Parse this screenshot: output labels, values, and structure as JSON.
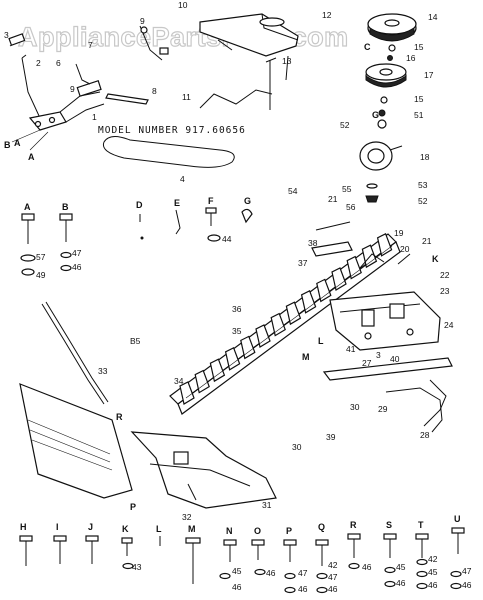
{
  "watermark": "AppliancePartsPros.com",
  "model_number": "MODEL NUMBER 917.60656",
  "top_label": "10",
  "section_label": "B5",
  "part_numbers": {
    "p1": "1",
    "p2": "2",
    "p3": "3",
    "p4": "4",
    "p6": "6",
    "p7": "7",
    "p8": "8",
    "p9": "9",
    "p11": "11",
    "p12": "12",
    "p13": "13",
    "p14": "14",
    "p15": "15",
    "p16": "16",
    "p17": "17",
    "p18": "18",
    "p19": "19",
    "p20": "20",
    "p21": "21",
    "p22": "22",
    "p23": "23",
    "p24": "24",
    "p27": "27",
    "p28": "28",
    "p29": "29",
    "p30": "30",
    "p31": "31",
    "p32": "32",
    "p33": "33",
    "p34": "34",
    "p35": "35",
    "p36": "36",
    "p37": "37",
    "p38": "38",
    "p39": "39",
    "p40": "40",
    "p41": "41",
    "p42": "42",
    "p43": "43",
    "p44": "44",
    "p45": "45",
    "p46": "46",
    "p47": "47",
    "p49": "49",
    "p51": "51",
    "p52": "52",
    "p53": "53",
    "p54": "54",
    "p55": "55",
    "p56": "56",
    "p57": "57"
  },
  "letters": {
    "A": "A",
    "B": "B",
    "C": "C",
    "D": "D",
    "E": "E",
    "F": "F",
    "G": "G",
    "H": "H",
    "I": "I",
    "J": "J",
    "K": "K",
    "L": "L",
    "M": "M",
    "N": "N",
    "O": "O",
    "P": "P",
    "Q": "Q",
    "R": "R",
    "S": "S",
    "T": "T",
    "U": "U"
  }
}
